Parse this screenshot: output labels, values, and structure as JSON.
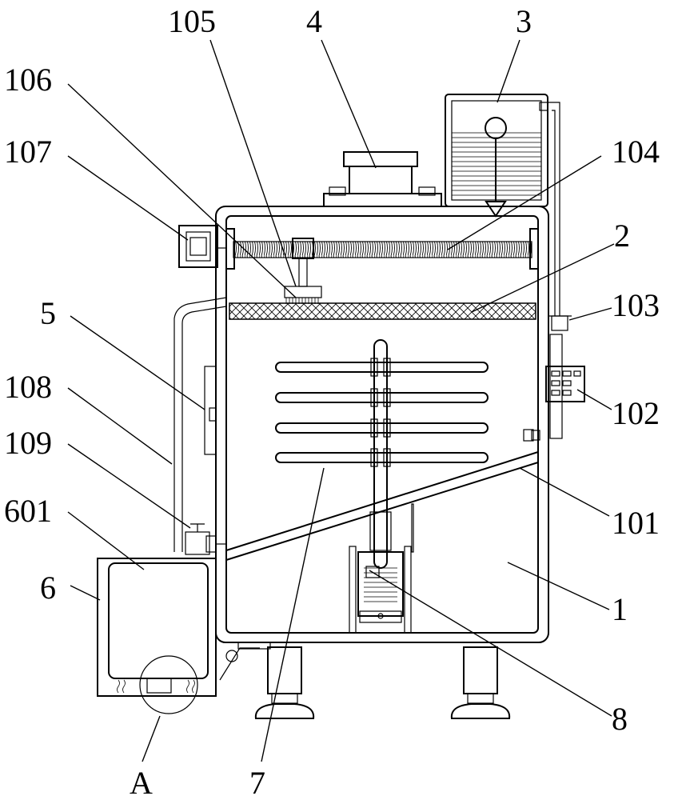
{
  "figure": {
    "labels": [
      {
        "id": "label-105",
        "text": "105"
      },
      {
        "id": "label-4",
        "text": "4"
      },
      {
        "id": "label-3",
        "text": "3"
      },
      {
        "id": "label-106",
        "text": "106"
      },
      {
        "id": "label-107",
        "text": "107"
      },
      {
        "id": "label-104",
        "text": "104"
      },
      {
        "id": "label-2",
        "text": "2"
      },
      {
        "id": "label-5",
        "text": "5"
      },
      {
        "id": "label-103",
        "text": "103"
      },
      {
        "id": "label-108",
        "text": "108"
      },
      {
        "id": "label-102",
        "text": "102"
      },
      {
        "id": "label-109",
        "text": "109"
      },
      {
        "id": "label-601",
        "text": "601"
      },
      {
        "id": "label-101",
        "text": "101"
      },
      {
        "id": "label-6",
        "text": "6"
      },
      {
        "id": "label-1",
        "text": "1"
      },
      {
        "id": "label-8",
        "text": "8"
      },
      {
        "id": "label-A",
        "text": "A"
      },
      {
        "id": "label-7",
        "text": "7"
      }
    ]
  }
}
